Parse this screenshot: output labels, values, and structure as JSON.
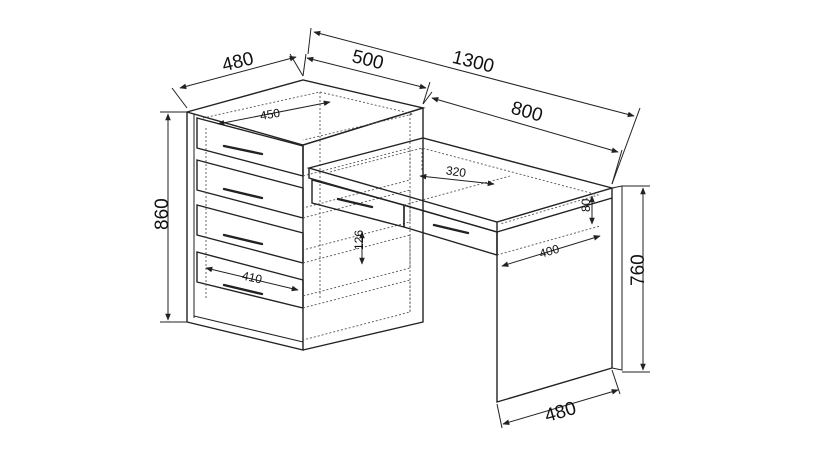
{
  "dimensions": {
    "total_length": "1300",
    "pedestal_width": "500",
    "pedestal_depth": "480",
    "top_length": "800",
    "pedestal_height": "860",
    "desk_height": "760",
    "leg_depth": "480",
    "drawer_inner_depth": "450",
    "desk_drawer_depth": "320",
    "drawer_height_small": "80",
    "desk_drawer_width": "400",
    "drawer_step": "126",
    "drawer_inner_width": "410"
  }
}
